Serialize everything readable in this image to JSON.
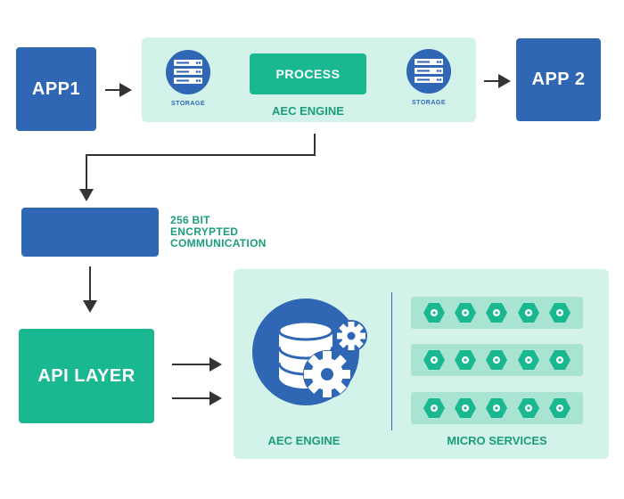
{
  "top": {
    "app1": "APP1",
    "app2": "APP 2",
    "process": "PROCESS",
    "engine_label": "AEC ENGINE",
    "storage_left": "STORAGE",
    "storage_right": "STORAGE"
  },
  "middle": {
    "encryption_line1": "256 BIT",
    "encryption_line2": "ENCRYPTED",
    "encryption_line3": "COMMUNICATION"
  },
  "bottom": {
    "api_layer": "API LAYER",
    "engine_label": "AEC ENGINE",
    "micro_services_label": "MICRO SERVICES"
  },
  "colors": {
    "blue": "#2f67b5",
    "green": "#1ab891",
    "panel": "#d2f2ea"
  },
  "icons": {
    "storage": "server-stack-icon",
    "engine": "database-gears-icon",
    "service": "hexagon-service-icon"
  }
}
